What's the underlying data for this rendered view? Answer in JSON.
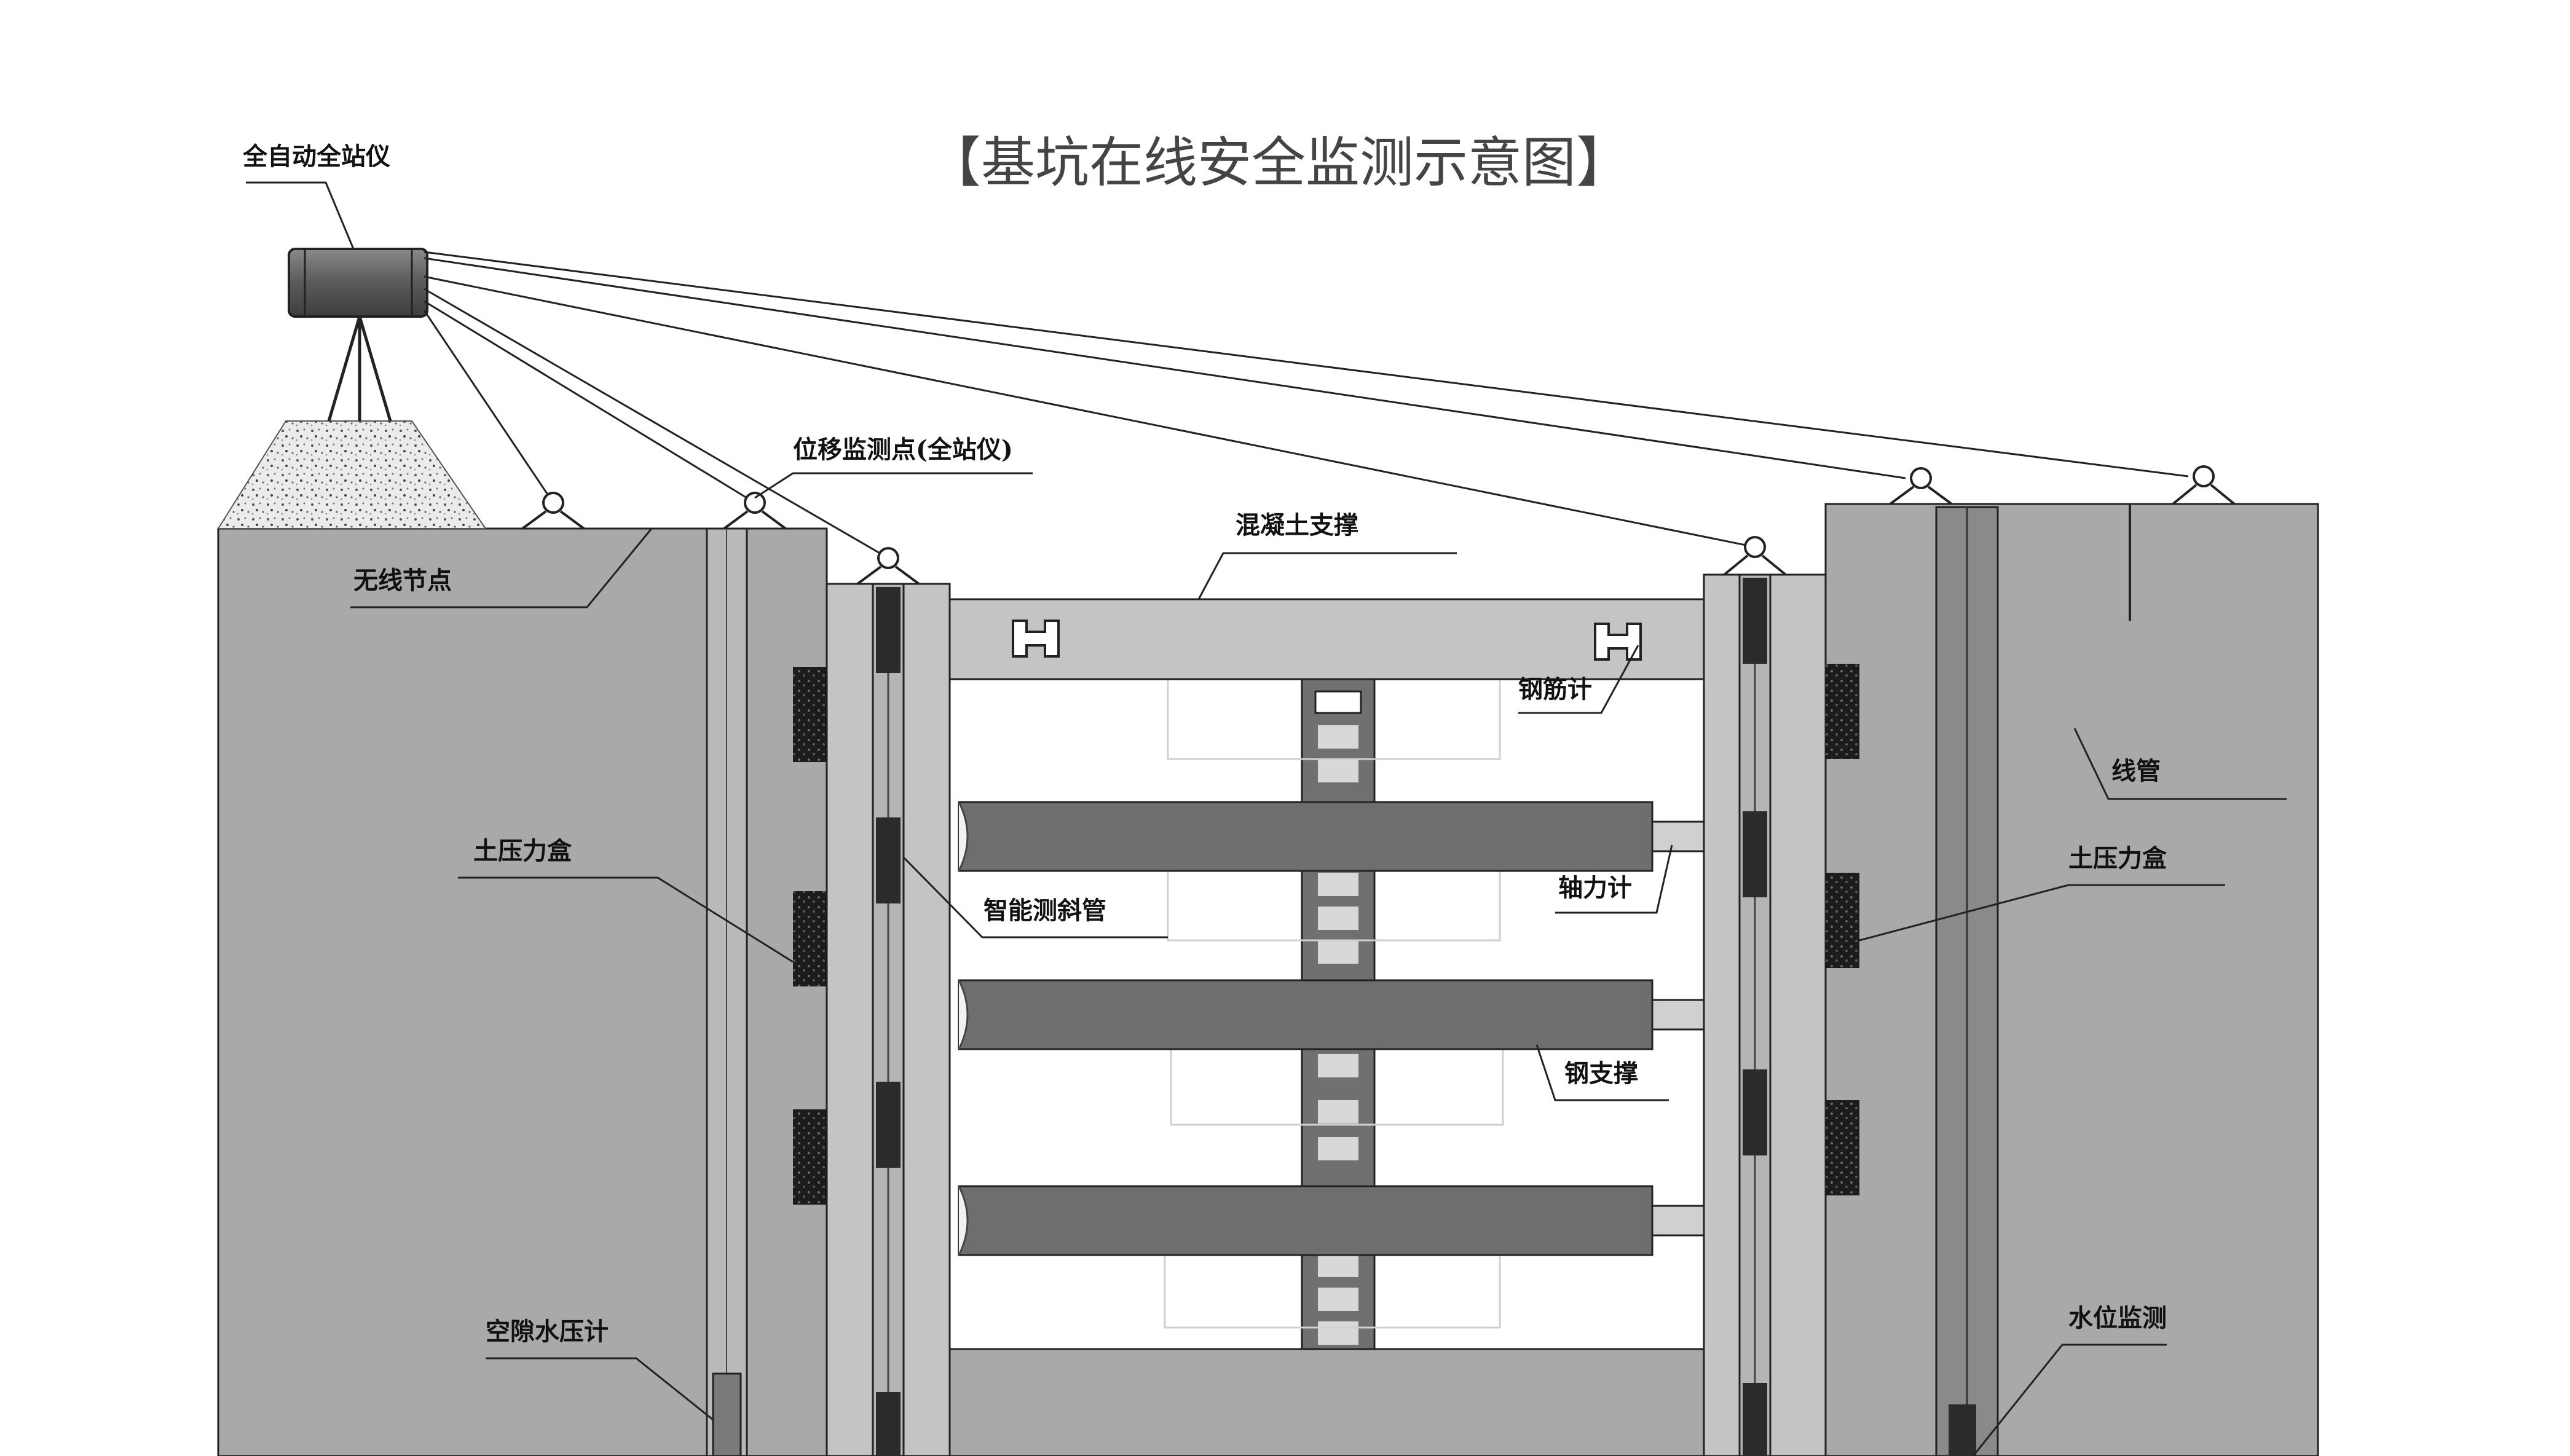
{
  "title": "【基坑在线安全监测示意图】",
  "labels": {
    "total_station": "全自动全站仪",
    "displacement_point": "位移监测点(全站仪)",
    "wireless_node": "无线节点",
    "concrete_support": "混凝土支撑",
    "rebar_meter": "钢筋计",
    "wire_pipe": "线管",
    "earth_pressure_left": "土压力盒",
    "earth_pressure_right": "土压力盒",
    "inclinometer": "智能测斜管",
    "axial_force": "轴力计",
    "steel_support": "钢支撑",
    "pore_pressure": "空隙水压计",
    "water_level": "水位监测"
  },
  "colors": {
    "soil": "#a9a9a9",
    "wall": "#c4c4c4",
    "strut": "#6e6e6e",
    "dark": "#2b2b2b",
    "line": "#222222"
  }
}
